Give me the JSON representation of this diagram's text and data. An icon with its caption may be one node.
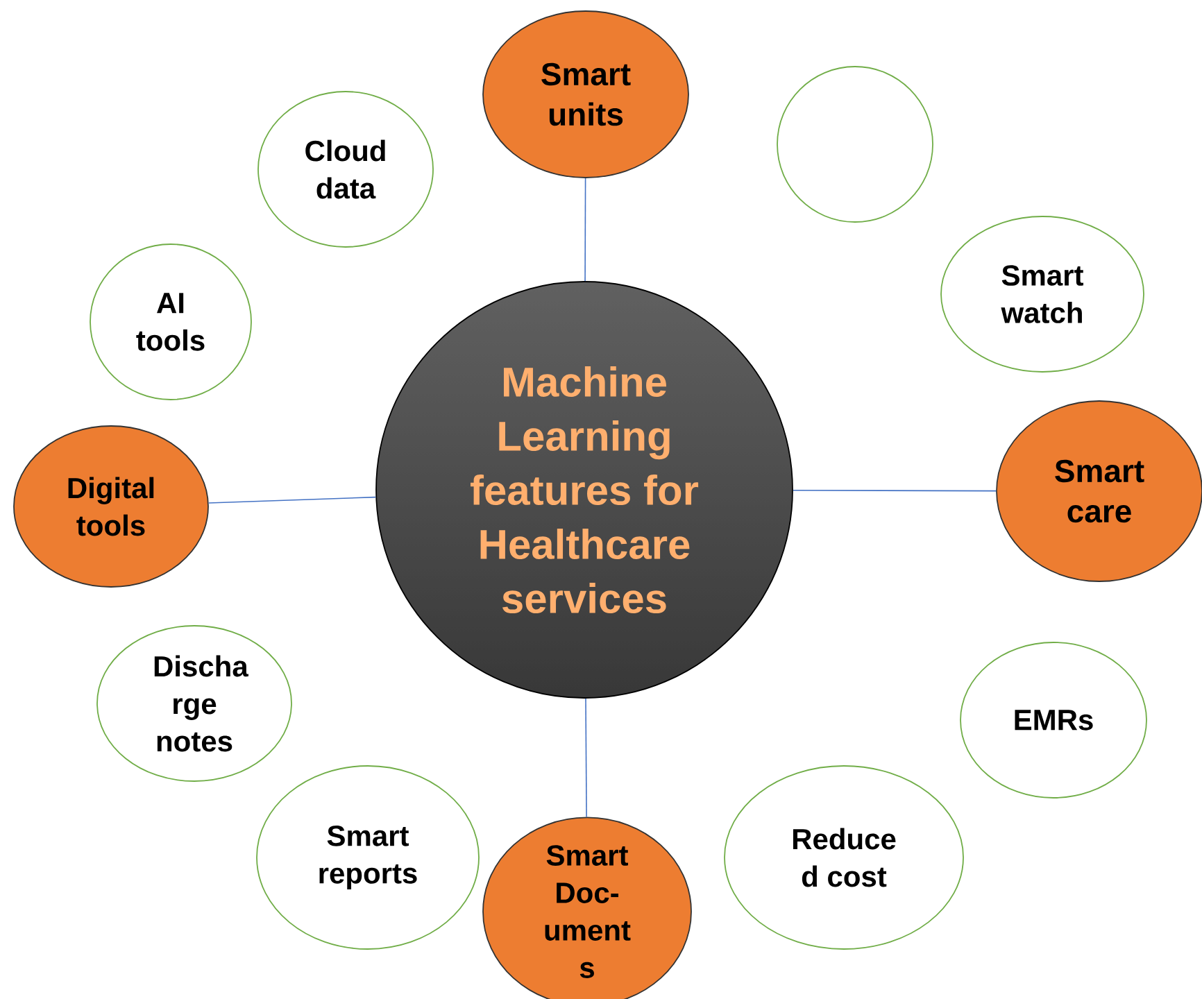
{
  "diagram": {
    "nodes": [
      {
        "text": [
          "Machine Learning features for Healthcare services"
        ]
      },
      {
        "text": [
          "Smart units"
        ]
      },
      {
        "text": [
          "Cloud data"
        ]
      },
      {
        "text": [],
        "shape": "circle"
      },
      {
        "text": [
          "Smart watch"
        ]
      },
      {
        "text": [
          "AI tools"
        ]
      },
      {
        "text": [
          "Digital tools"
        ]
      },
      {
        "text": [
          "Smart care"
        ]
      },
      {
        "text": [
          "Discha rge notes"
        ]
      },
      {
        "text": [
          "EMRs"
        ]
      },
      {
        "text": [
          "Smart reports"
        ]
      },
      {
        "text": [
          "Reduce d cost"
        ]
      },
      {
        "text": [
          "Smart Doc- ument s"
        ]
      }
    ],
    "edges": [
      {
        "from": 0,
        "to": 1,
        "arrow": "none"
      },
      {
        "from": 0,
        "to": 6,
        "arrow": "none"
      },
      {
        "from": 0,
        "to": 7,
        "arrow": "none"
      },
      {
        "from": 0,
        "to": 12,
        "arrow": "none"
      }
    ]
  }
}
